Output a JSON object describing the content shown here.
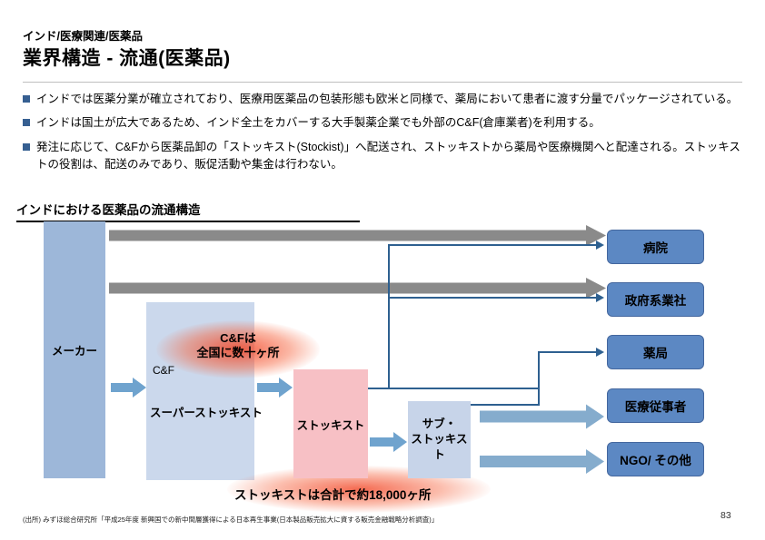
{
  "page": {
    "kicker": "インド/医療関連/医薬品",
    "title": "業界構造 - 流通(医薬品)",
    "page_number": "83",
    "source": "(出所) みずほ総合研究所「平成25年度 新興国での新中間層獲得による日本再生事業(日本製品販売拡大に資する販売金融戦略分析調査)」"
  },
  "bullets": [
    "インドでは医薬分業が確立されており、医療用医薬品の包装形態も欧米と同様で、薬局において患者に渡す分量でパッケージされている。",
    "インドは国土が広大であるため、インド全土をカバーする大手製薬企業でも外部のC&F(倉庫業者)を利用する。",
    "発注に応じて、C&Fから医薬品卸の「ストッキスト(Stockist)」へ配送され、ストッキストから薬局や医療機関へと配達される。ストッキストの役割は、配送のみであり、販促活動や集金は行わない。"
  ],
  "diagram": {
    "title": "インドにおける医薬品の流通構造",
    "maker_label": "メーカー",
    "cf_label": "C&F",
    "super_stockist_label": "スーパーストッキスト",
    "stockist_label": "ストッキスト",
    "sub_stockist_line1": "サブ・",
    "sub_stockist_line2": "ストッキスト",
    "destinations": [
      "病院",
      "政府系業社",
      "薬局",
      "医療従事者",
      "NGO/ その他"
    ],
    "cf_note_line1": "C&Fは",
    "cf_note_line2": "全国に数十ヶ所",
    "stockist_note": "ストッキストは合計で約18,000ヶ所",
    "colors": {
      "maker": "#9db7d9",
      "pale": "#cbd8ec",
      "pale2": "#c7d4e9",
      "pink": "#f7c0c5",
      "dest": "#5c88c3",
      "destBorder": "#44679e",
      "grayArrow": "#8a8a8a",
      "blueArrow": "#6fa3ce",
      "lightArrow": "#85accd",
      "line": "#2e6090",
      "bullet": "#365f91"
    }
  }
}
